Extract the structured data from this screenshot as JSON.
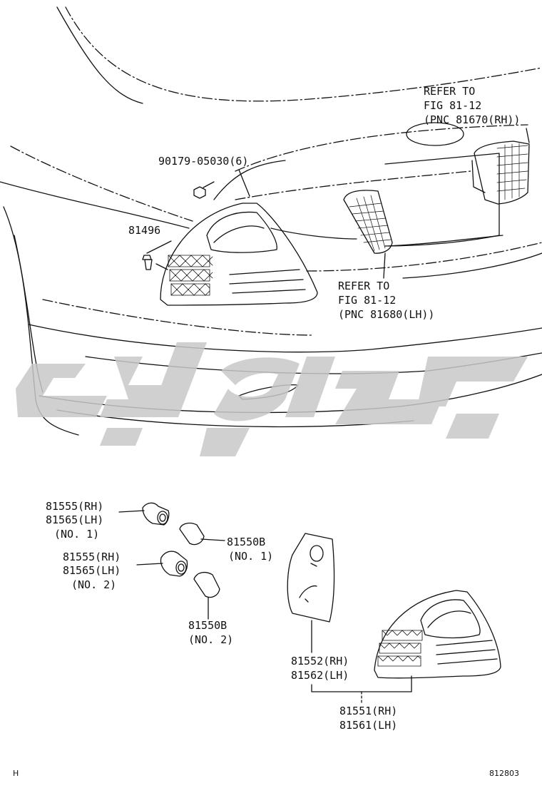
{
  "diagram": {
    "refer_rh": [
      "REFER TO",
      "FIG 81-12",
      "(PNC 81670(RH))"
    ],
    "refer_lh": [
      "REFER TO",
      "FIG 81-12",
      "(PNC 81680(LH))"
    ],
    "part_nut": "90179-05030(6)",
    "part_screw": "81496",
    "socket_1": [
      "81555(RH)",
      "81565(LH)",
      "(NO. 1)"
    ],
    "bulb_1": [
      "81550B",
      "(NO. 1)"
    ],
    "socket_2": [
      "81555(RH)",
      "81565(LH)",
      "(NO. 2)"
    ],
    "bulb_2": [
      "81550B",
      "(NO. 2)"
    ],
    "gasket": [
      "81552(RH)",
      "81562(LH)"
    ],
    "lamp_assy": [
      "81551(RH)",
      "81561(LH)"
    ],
    "corner_left": "H",
    "corner_right": "812803"
  },
  "colors": {
    "line": "#111111",
    "watermark": "#c8c8c8"
  }
}
